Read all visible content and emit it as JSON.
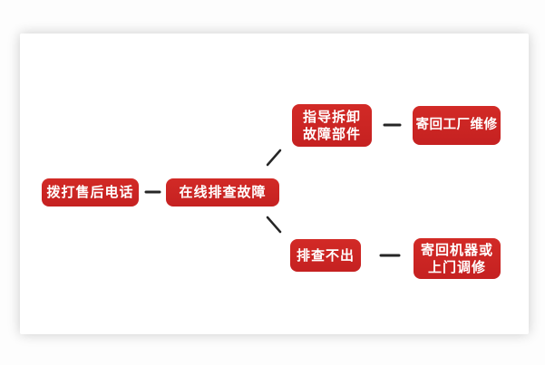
{
  "diagram": {
    "nodes": [
      {
        "id": "call",
        "label": "拨打售后电话"
      },
      {
        "id": "online",
        "label": "在线排查故障"
      },
      {
        "id": "guide",
        "label": "指导拆卸\n故障部件"
      },
      {
        "id": "factory",
        "label": "寄回工厂维修"
      },
      {
        "id": "fail",
        "label": "排查不出"
      },
      {
        "id": "return",
        "label": "寄回机器或\n上门调修"
      }
    ],
    "edges": [
      {
        "from": "call",
        "to": "online",
        "style": "horizontal-dash"
      },
      {
        "from": "online",
        "to": "guide",
        "style": "diagonal-up"
      },
      {
        "from": "online",
        "to": "fail",
        "style": "diagonal-down"
      },
      {
        "from": "guide",
        "to": "factory",
        "style": "horizontal-dash"
      },
      {
        "from": "fail",
        "to": "return",
        "style": "horizontal-dash"
      }
    ],
    "colors": {
      "node_background": "#ce2424",
      "node_text": "#ffffff",
      "connector": "#262626",
      "card_background": "#ffffff",
      "page_background": "#fdfdfd"
    }
  }
}
